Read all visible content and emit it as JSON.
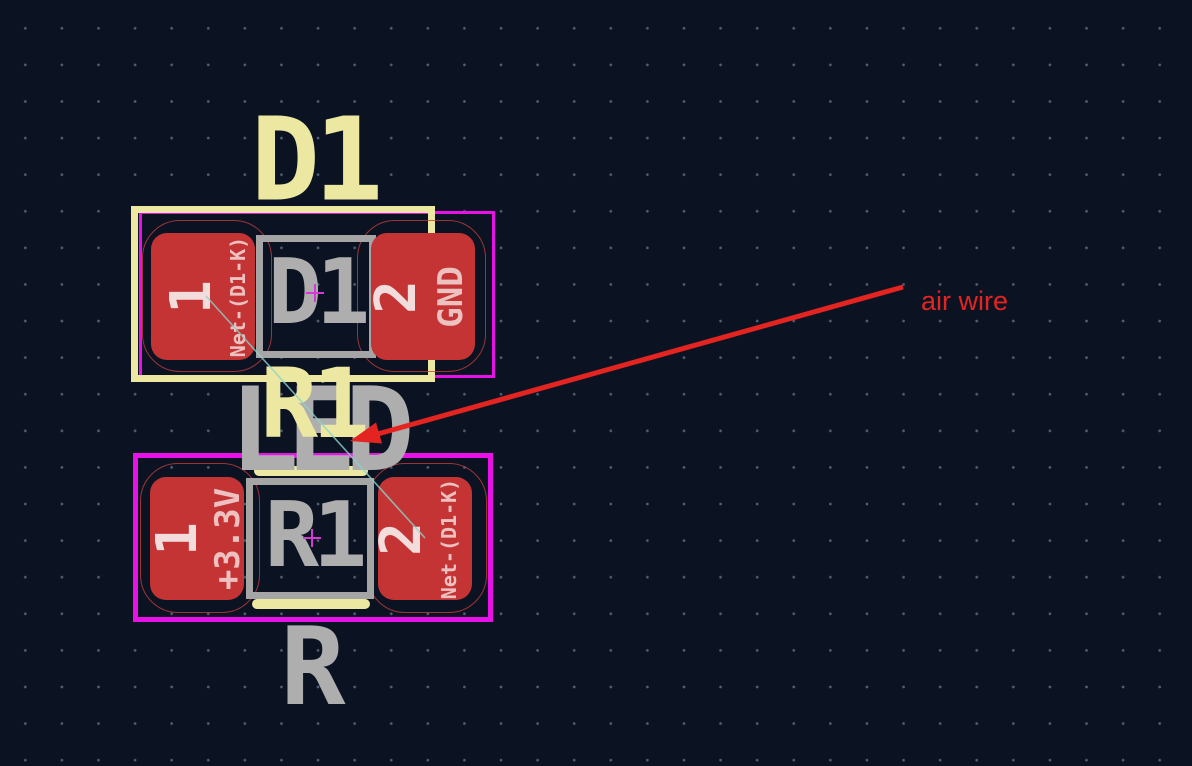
{
  "editor": {
    "type": "kicad-pcb-layout-view",
    "background_color": "#0b1322",
    "grid_dot_color": "#8ca0be"
  },
  "colors": {
    "copper_pad": "#c43434",
    "silkscreen": "#ede8a1",
    "courtyard": "#e812e8",
    "fab_outline": "#a5a5a5",
    "fab_text": "#aeaeae",
    "pad_number_text": "#f3dcdc",
    "pad_net_text": "#eec1c1",
    "pad_clearance_outline": "#c33c3c",
    "ratsnest_line": "#8ed2cb",
    "annotation_red": "#e32420",
    "origin_cross": "#d837d8"
  },
  "footprints": {
    "d1": {
      "reference": "D1",
      "value": "LED",
      "pads": [
        {
          "number": "1",
          "net": "Net-(D1-K)"
        },
        {
          "number": "2",
          "net": "GND"
        }
      ]
    },
    "r1": {
      "reference": "R1",
      "value": "R",
      "pads": [
        {
          "number": "1",
          "net": "+3.3V"
        },
        {
          "number": "2",
          "net": "Net-(D1-K)"
        }
      ]
    }
  },
  "annotation": {
    "label": "air wire"
  }
}
